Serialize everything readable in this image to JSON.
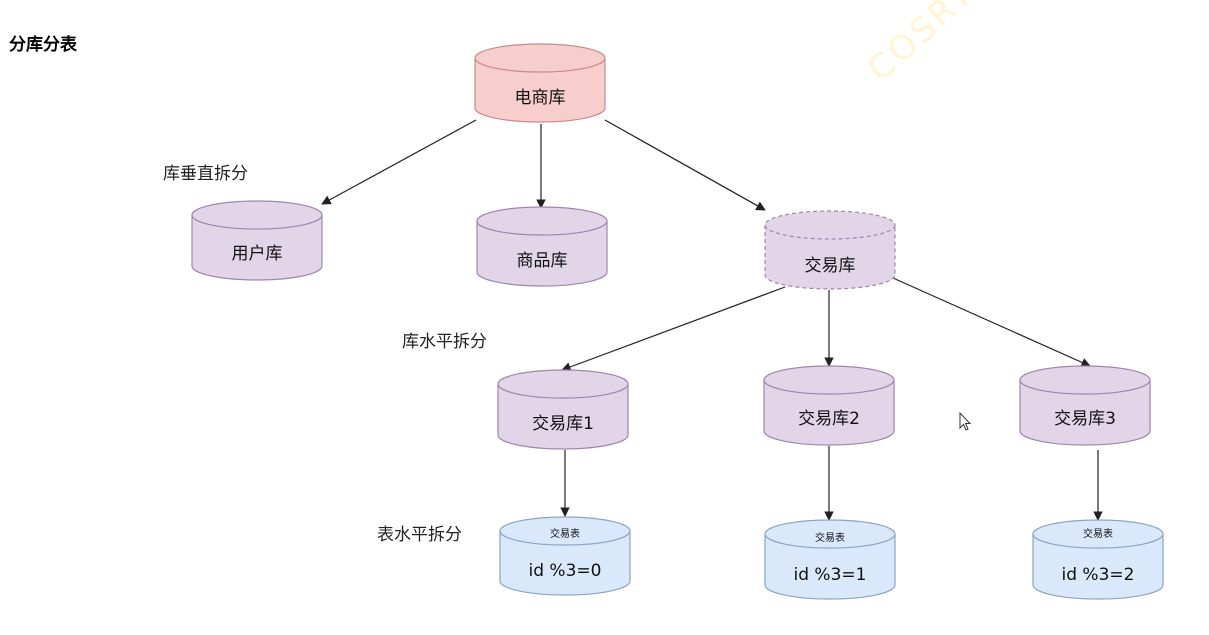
{
  "title": "分库分表",
  "watermark": "COSRYRSEL",
  "labels": {
    "vertical": "库垂直拆分",
    "horizontal_db": "库水平拆分",
    "horizontal_table": "表水平拆分"
  },
  "colors": {
    "root_fill": "#f8cecc",
    "root_stroke": "#c98a88",
    "db_fill": "#e1d5e7",
    "db_stroke": "#9f86ad",
    "table_fill": "#dae8fc",
    "table_stroke": "#8ba3c7",
    "edge": "#222222"
  },
  "nodes": {
    "root": {
      "label": "电商库"
    },
    "user_db": {
      "label": "用户库"
    },
    "goods_db": {
      "label": "商品库"
    },
    "trade_db": {
      "label": "交易库"
    },
    "trade_db_1": {
      "label": "交易库1"
    },
    "trade_db_2": {
      "label": "交易库2"
    },
    "trade_db_3": {
      "label": "交易库3"
    },
    "trade_table_1": {
      "title": "交易表",
      "label": "id %3=0"
    },
    "trade_table_2": {
      "title": "交易表",
      "label": "id %3=1"
    },
    "trade_table_3": {
      "title": "交易表",
      "label": "id %3=2"
    }
  }
}
